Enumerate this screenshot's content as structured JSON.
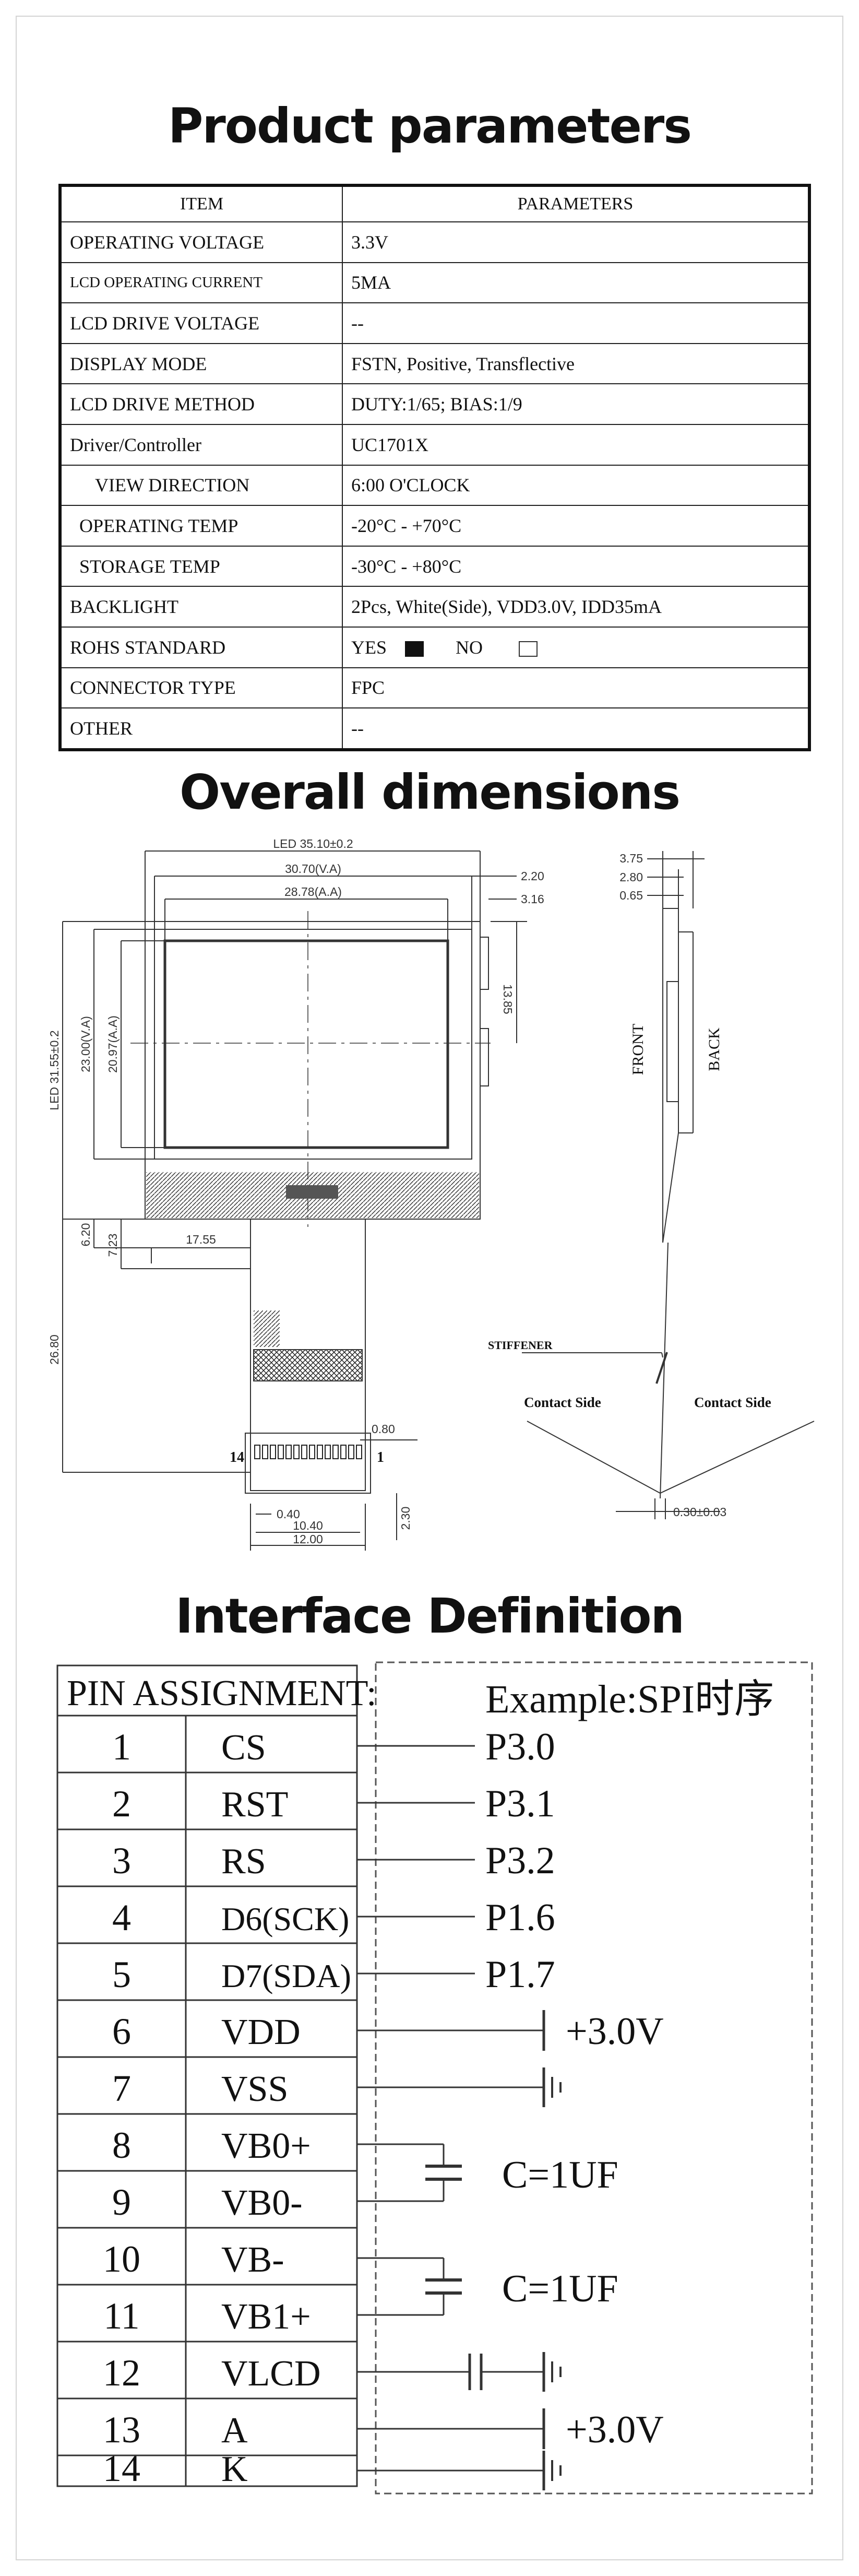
{
  "titles": {
    "params": "Product parameters",
    "dimensions": "Overall dimensions",
    "interface": "Interface Definition"
  },
  "params": {
    "header": [
      "ITEM",
      "PARAMETERS"
    ],
    "rows": [
      {
        "item": "OPERATING VOLTAGE",
        "value": "3.3V"
      },
      {
        "item": "LCD OPERATING CURRENT",
        "value": "5MA"
      },
      {
        "item": "LCD DRIVE VOLTAGE",
        "value": "--"
      },
      {
        "item": "DISPLAY MODE",
        "value": "FSTN, Positive, Transflective"
      },
      {
        "item": "LCD DRIVE METHOD",
        "value": "DUTY:1/65; BIAS:1/9"
      },
      {
        "item": "Driver/Controller",
        "value": "UC1701X"
      },
      {
        "item": "VIEW DIRECTION",
        "value": "6:00 O'CLOCK"
      },
      {
        "item": "OPERATING TEMP",
        "value": "-20°C - +70°C"
      },
      {
        "item": "STORAGE TEMP",
        "value": "-30°C - +80°C"
      },
      {
        "item": "BACKLIGHT",
        "value": "2Pcs, White(Side), VDD3.0V, IDD35mA"
      },
      {
        "item": "ROHS STANDARD",
        "yes": "YES",
        "no": "NO"
      },
      {
        "item": "CONNECTOR TYPE",
        "value": "FPC"
      },
      {
        "item": "OTHER",
        "value": "--"
      }
    ]
  },
  "dimensions": {
    "led_w": "LED 35.10±0.2",
    "va_w": "30.70(V.A)",
    "aa_w": "28.78(A.A)",
    "d_220": "2.20",
    "d_316": "3.16",
    "d_1385": "13.85",
    "led_h": "LED 31.55±0.2",
    "va_h": "23.00(V.A)",
    "aa_h": "20.97(A.A)",
    "d_620": "6.20",
    "d_723": "7.23",
    "d_1755": "17.55",
    "d_2680": "26.80",
    "d_080": "0.80",
    "d_040": "0.40",
    "d_1040": "10.40",
    "d_1200": "12.00",
    "d_230": "2.30",
    "pin14": "14",
    "pin1": "1",
    "d_375": "3.75",
    "d_280": "2.80",
    "d_065": "0.65",
    "front": "FRONT",
    "back": "BACK",
    "stiffener": "STIFFENER",
    "contact_left": "Contact Side",
    "contact_right": "Contact Side",
    "thickness": "0.30±0.03"
  },
  "interface": {
    "header": "PIN ASSIGNMENT:",
    "example": "Example:SPI时序",
    "pins": [
      {
        "num": "1",
        "name": "CS"
      },
      {
        "num": "2",
        "name": "RST"
      },
      {
        "num": "3",
        "name": "RS"
      },
      {
        "num": "4",
        "name": "D6(SCK)"
      },
      {
        "num": "5",
        "name": "D7(SDA)"
      },
      {
        "num": "6",
        "name": "VDD"
      },
      {
        "num": "7",
        "name": "VSS"
      },
      {
        "num": "8",
        "name": "VB0+"
      },
      {
        "num": "9",
        "name": "VB0-"
      },
      {
        "num": "10",
        "name": "VB-"
      },
      {
        "num": "11",
        "name": "VB1+"
      },
      {
        "num": "12",
        "name": "VLCD"
      },
      {
        "num": "13",
        "name": "A"
      },
      {
        "num": "14",
        "name": "K"
      }
    ],
    "ports": [
      "P3.0",
      "P3.1",
      "P3.2",
      "P1.6",
      "P1.7"
    ],
    "vdd_label": "+3.0V",
    "cap1_label": "C=1UF",
    "cap2_label": "C=1UF",
    "a_label": "+3.0V"
  }
}
